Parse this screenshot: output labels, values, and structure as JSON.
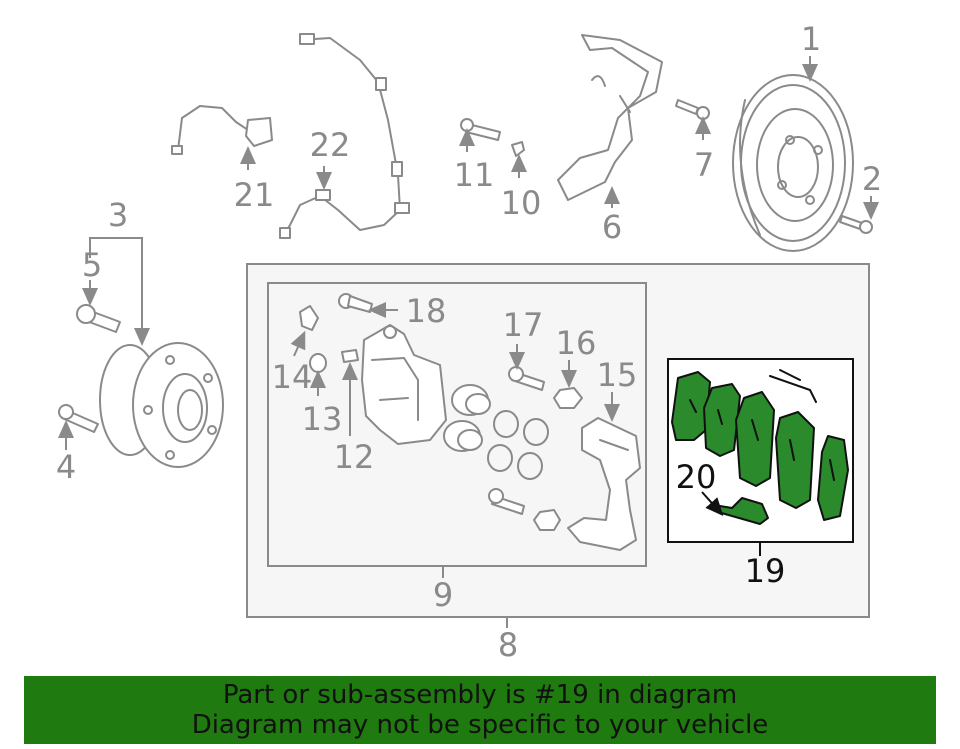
{
  "callouts": {
    "c1": "1",
    "c2": "2",
    "c3": "3",
    "c4": "4",
    "c5": "5",
    "c6": "6",
    "c7": "7",
    "c8": "8",
    "c9": "9",
    "c10": "10",
    "c11": "11",
    "c12": "12",
    "c13": "13",
    "c14": "14",
    "c15": "15",
    "c16": "16",
    "c17": "17",
    "c18": "18",
    "c19": "19",
    "c20": "20",
    "c21": "21",
    "c22": "22"
  },
  "highlight": {
    "part": "19",
    "color": "#2b8a2b"
  },
  "banner": {
    "line1": "Part or sub-assembly is #19 in diagram",
    "line2": "Diagram may not be specific to your vehicle",
    "color": "#1f7a0f"
  }
}
